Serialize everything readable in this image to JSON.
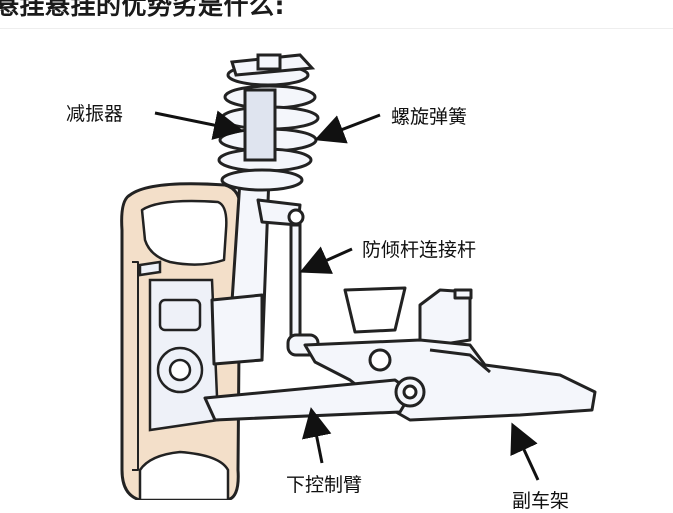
{
  "heading": "悬挂悬挂的优势劣是什么:",
  "labels": {
    "shock_absorber": "减振器",
    "coil_spring": "螺旋弹簧",
    "stabilizer_link": "防倾杆连接杆",
    "lower_control_arm": "下控制臂",
    "subframe": "副车架"
  },
  "colors": {
    "line": "#222222",
    "fill": "#f4f6fb",
    "tire_fill": "#f3dfc9",
    "bg": "#ffffff"
  }
}
